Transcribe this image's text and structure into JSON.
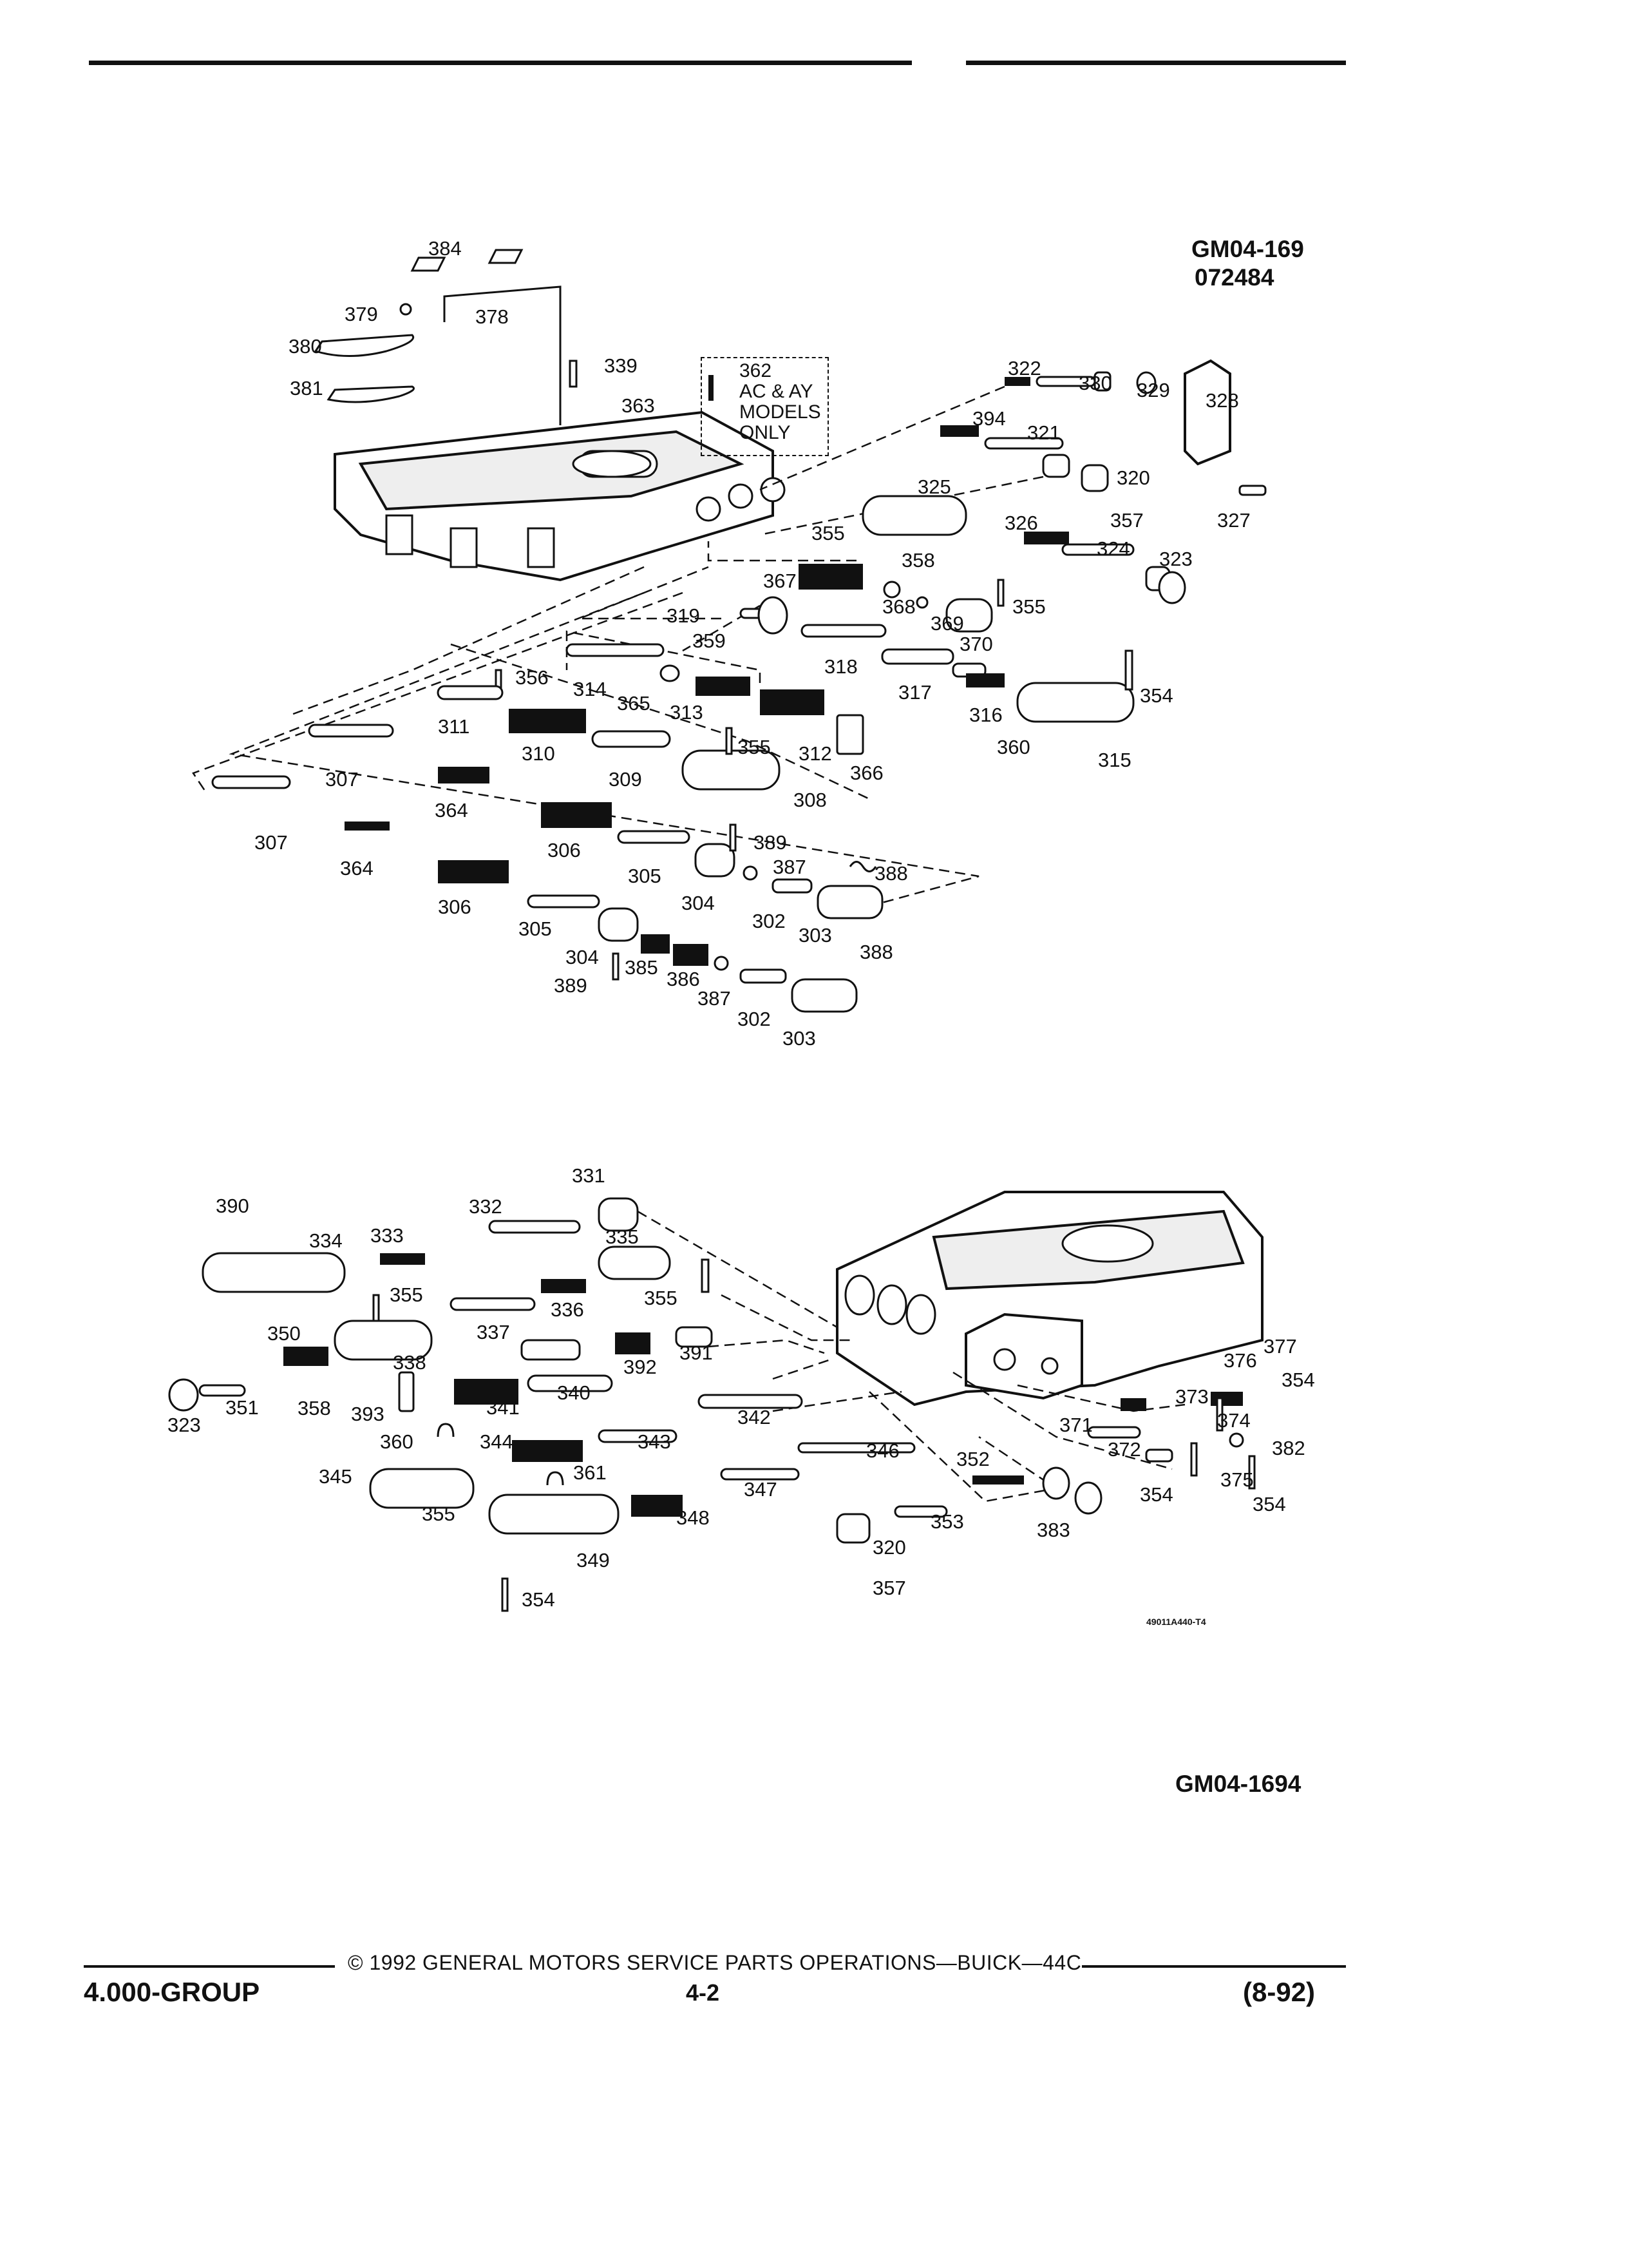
{
  "header": {
    "ref_top": "GM04-169",
    "ref_top_date": "072484",
    "ref_bottom": "GM04-1694",
    "art_code": "49011A440-T4"
  },
  "note_box": {
    "number": "362",
    "lines": [
      "AC & AY",
      "MODELS",
      "ONLY"
    ]
  },
  "upper_labels": [
    "384",
    "379",
    "378",
    "380",
    "381",
    "339",
    "363",
    "322",
    "330",
    "329",
    "328",
    "394",
    "321",
    "320",
    "327",
    "357",
    "325",
    "326",
    "324",
    "323",
    "355",
    "358",
    "367",
    "368",
    "369",
    "370",
    "319",
    "359",
    "314",
    "356",
    "365",
    "313",
    "312",
    "366",
    "318",
    "317",
    "316",
    "315",
    "354",
    "360",
    "311",
    "310",
    "309",
    "308",
    "307",
    "364",
    "306",
    "305",
    "304",
    "389",
    "387",
    "388",
    "302",
    "303",
    "385",
    "386"
  ],
  "lower_labels": [
    "331",
    "332",
    "390",
    "334",
    "333",
    "335",
    "355",
    "336",
    "337",
    "338",
    "350",
    "392",
    "391",
    "341",
    "340",
    "323",
    "351",
    "358",
    "393",
    "342",
    "360",
    "344",
    "343",
    "346",
    "345",
    "361",
    "352",
    "347",
    "348",
    "349",
    "354",
    "320",
    "353",
    "357",
    "383",
    "376",
    "377",
    "373",
    "374",
    "371",
    "372",
    "375",
    "382"
  ],
  "footer": {
    "copyright": "© 1992  GENERAL MOTORS SERVICE PARTS OPERATIONS—BUICK—44C",
    "group": "4.000-GROUP",
    "page": "4-2",
    "revision": "(8-92)"
  },
  "colors": {
    "ink": "#111111",
    "paper": "#ffffff"
  }
}
